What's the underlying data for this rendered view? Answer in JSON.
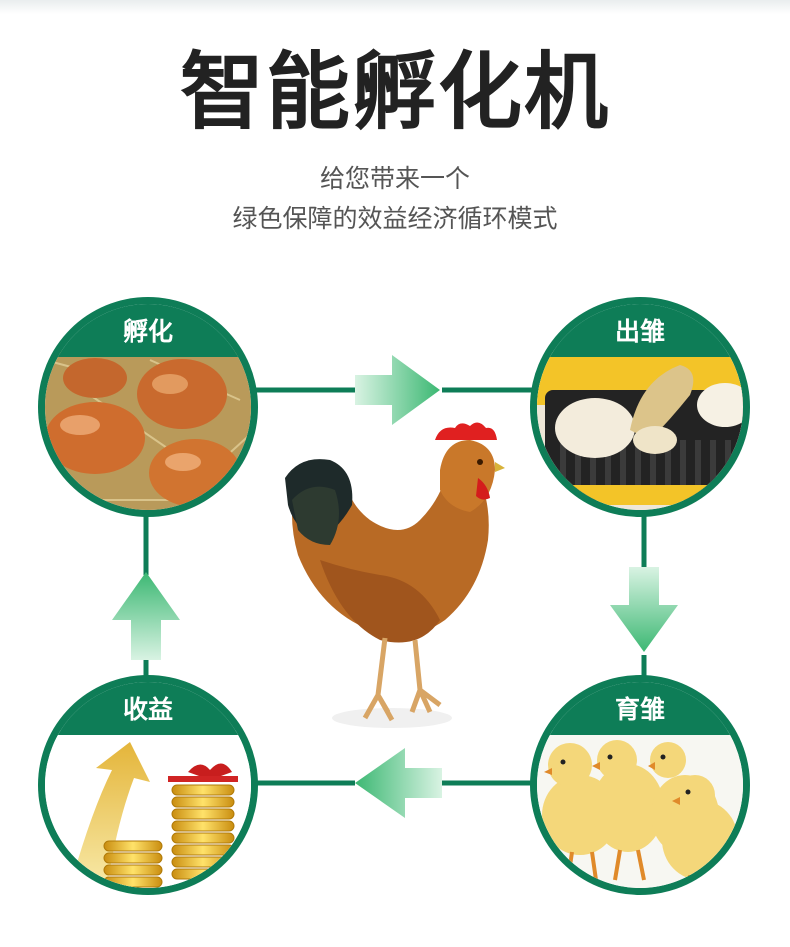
{
  "title": "智能孵化机",
  "subtitle_line1": "给您带来一个",
  "subtitle_line2": "绿色保障的效益经济循环模式",
  "stages": {
    "hatch": "孵化",
    "out": "出雏",
    "brood": "育雏",
    "profit": "收益"
  },
  "colors": {
    "accent_green": "#0e7d57",
    "arrow_green": "#4cc27f"
  },
  "icons": [
    "eggs-image",
    "hatching-chick-image",
    "rooster-image",
    "chicks-image",
    "gold-coins-image"
  ]
}
